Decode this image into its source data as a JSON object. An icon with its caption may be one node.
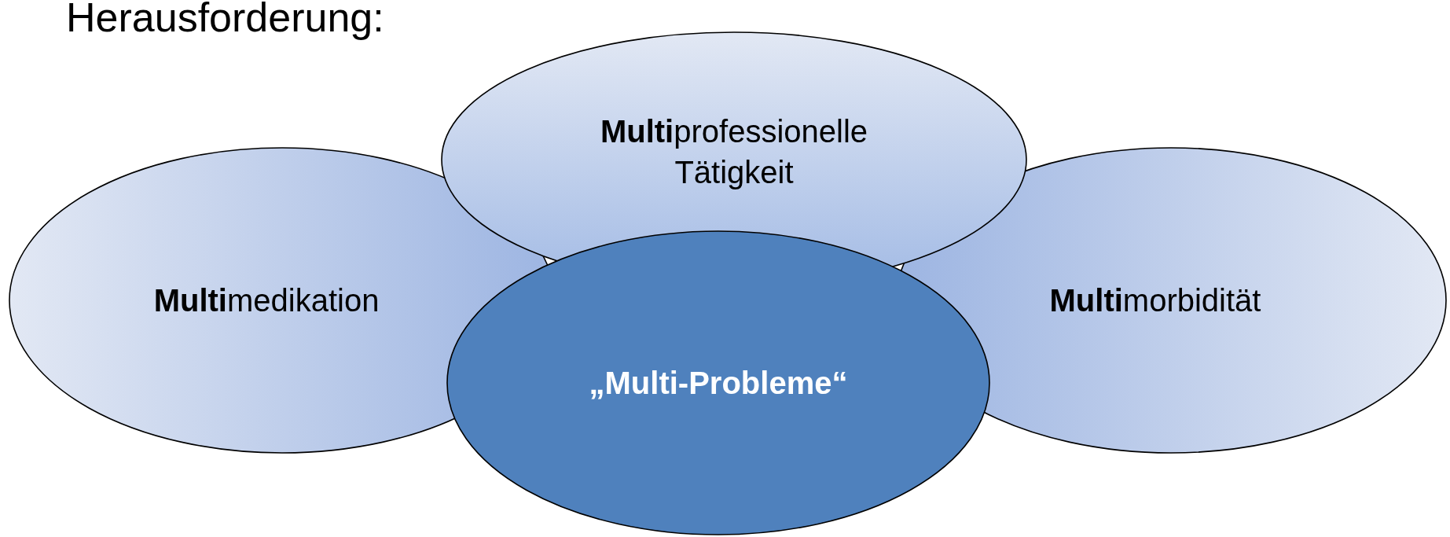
{
  "diagram": {
    "title": "Herausforderung:",
    "nodes": [
      {
        "text": [
          "**Multi**professionelle Tätigkeit"
        ]
      },
      {
        "text": [
          "**Multi**medikation"
        ]
      },
      {
        "text": [
          "**Multi**morbidität"
        ]
      },
      {
        "text": [
          "„Multi-Probleme“"
        ]
      }
    ]
  }
}
